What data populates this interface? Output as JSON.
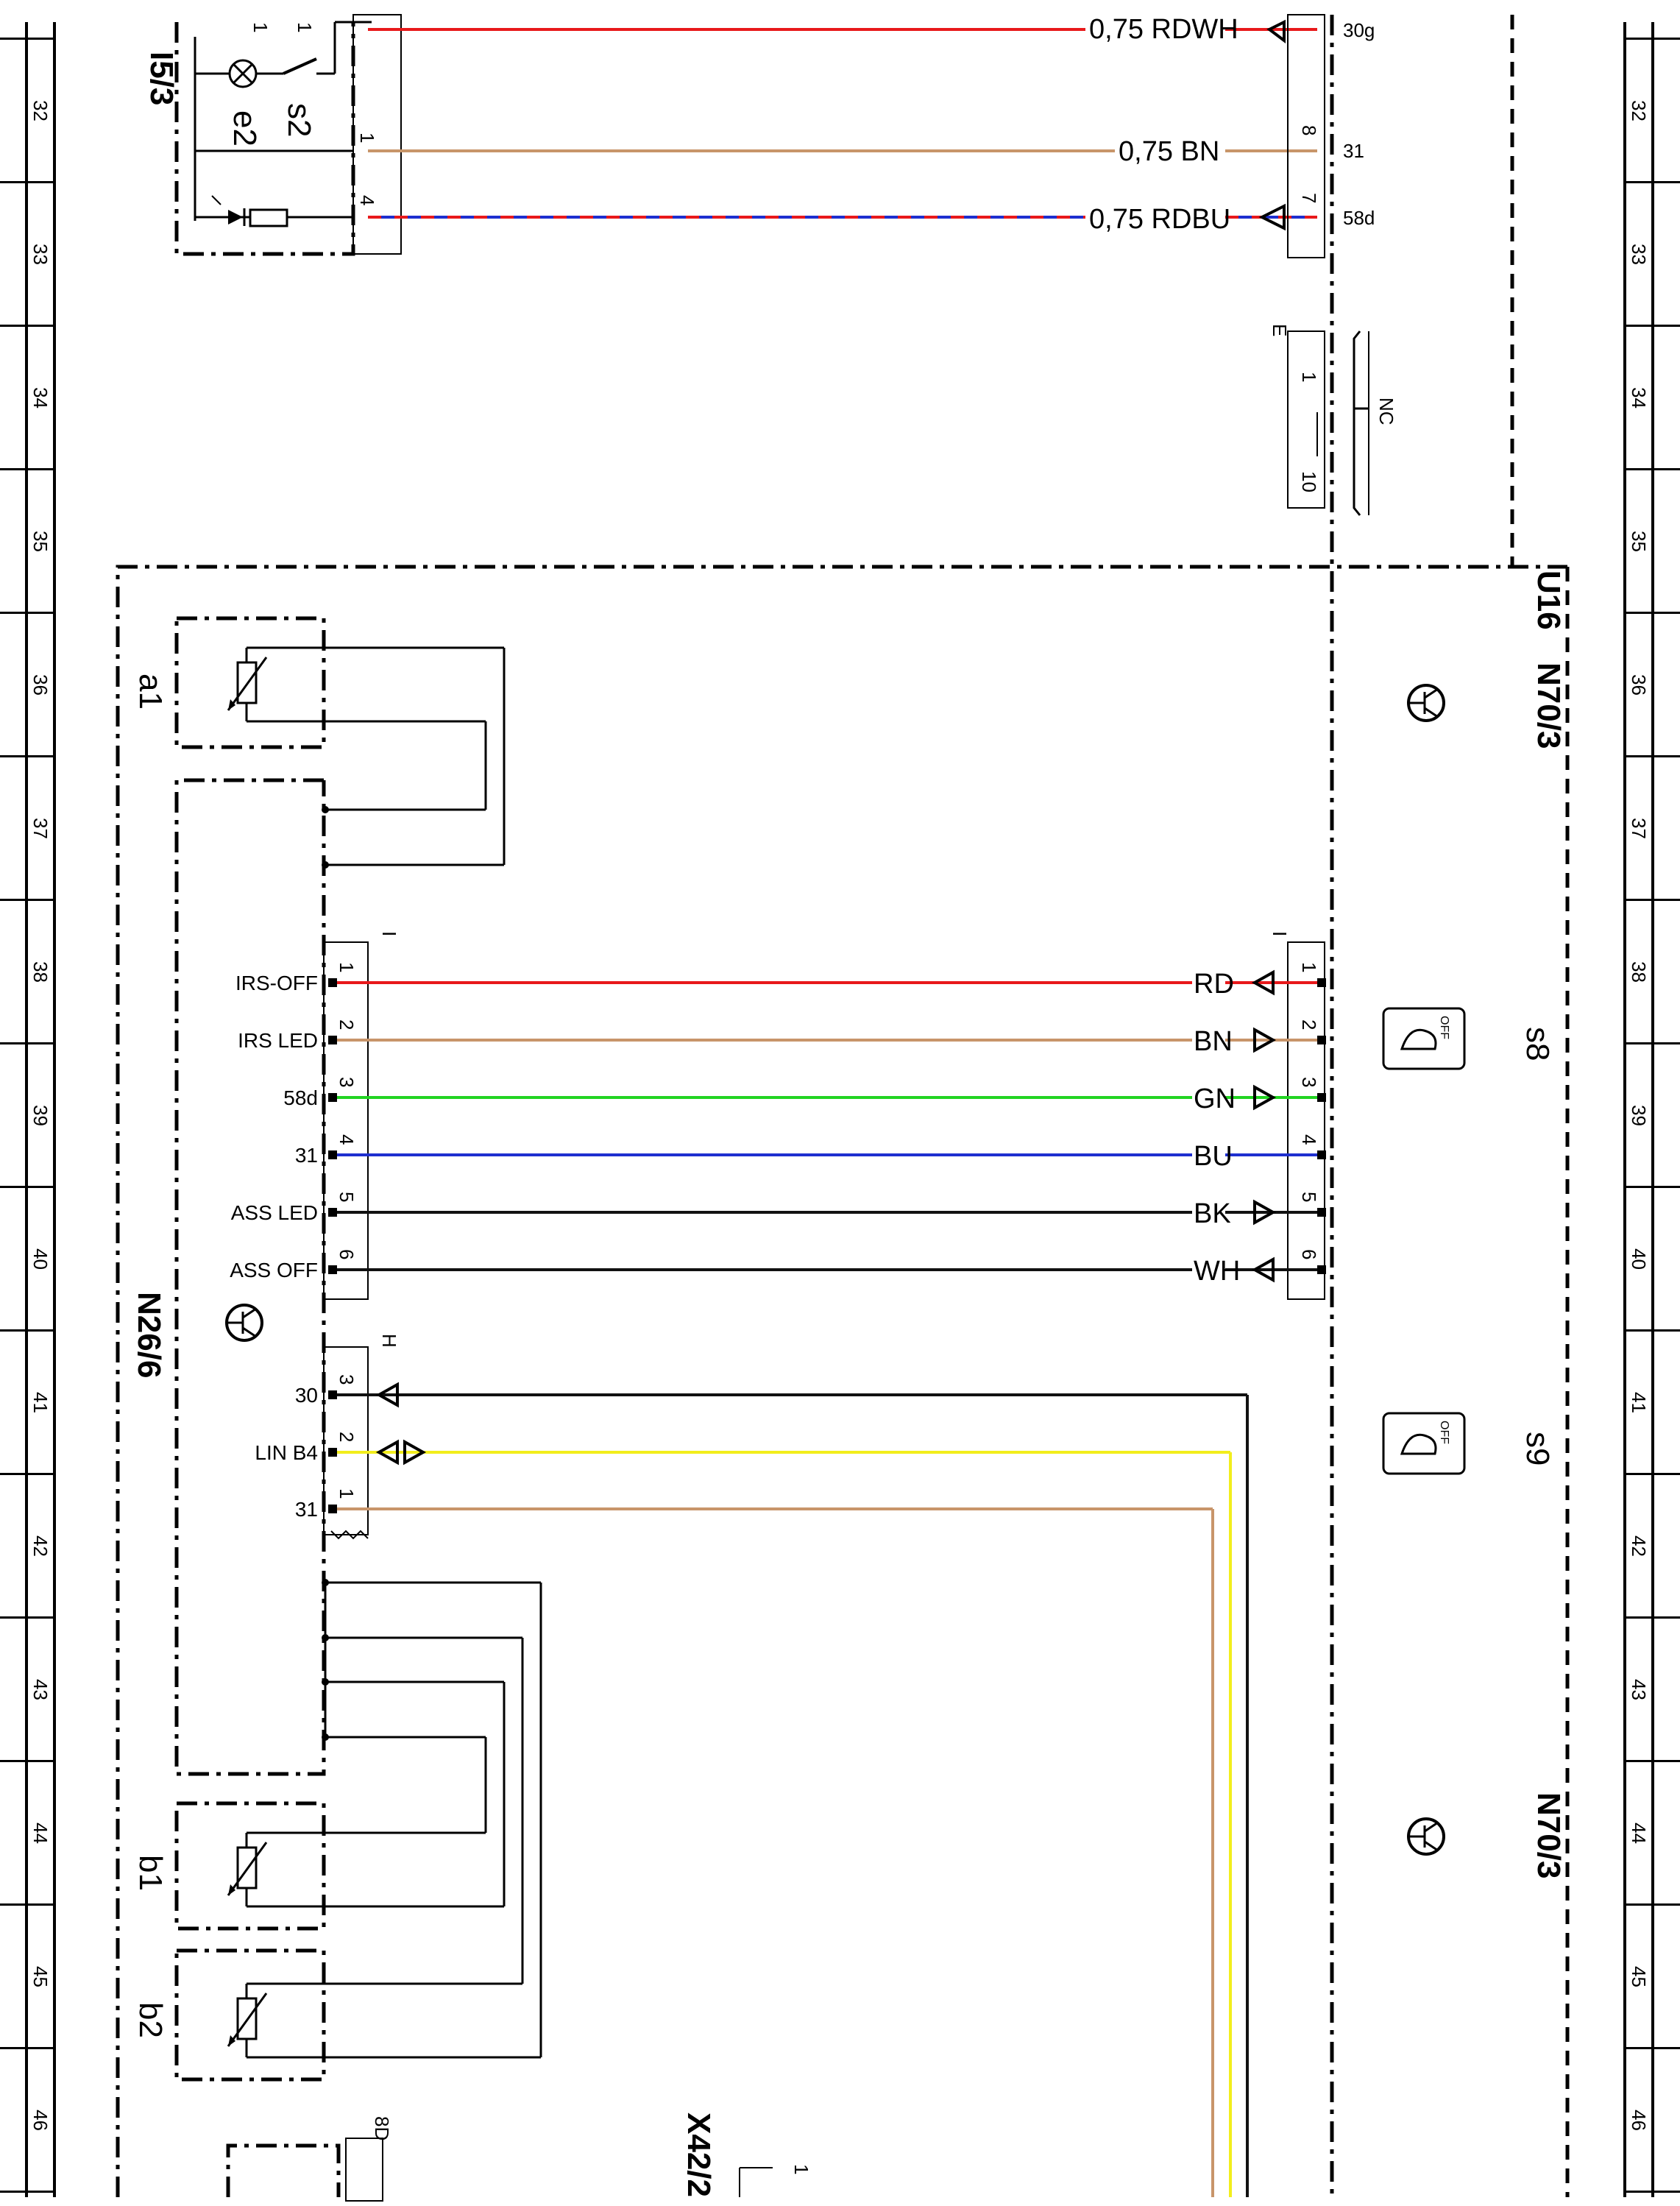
{
  "ruler": {
    "numbers": [
      "32",
      "33",
      "34",
      "35",
      "36",
      "37",
      "38",
      "39",
      "40",
      "41",
      "42",
      "43",
      "44",
      "45",
      "46"
    ]
  },
  "top_section": {
    "component": "I5/3",
    "elements": {
      "lamp": "e2",
      "switch": "s2"
    },
    "left_pins": [
      "1",
      "1",
      "1",
      "4"
    ],
    "wires": [
      {
        "label": "0,75  RDWH",
        "terminal": "30g",
        "pin": ""
      },
      {
        "label": "0,75  BN",
        "terminal": "31",
        "pin": "8"
      },
      {
        "label": "0,75  RDBU",
        "terminal": "58d",
        "pin": "7"
      }
    ],
    "connector_e": {
      "name": "E",
      "pins": [
        "1",
        "10"
      ],
      "nc": "NC"
    }
  },
  "main_section": {
    "module": "N26/6",
    "sensor_a": "a1",
    "sensor_b1": "b1",
    "sensor_b2": "b2",
    "connector_i": "I",
    "signals": [
      {
        "name": "IRS-OFF",
        "pin": "1",
        "color_code": "RD",
        "color": "#e8191b",
        "arrow": "left"
      },
      {
        "name": "IRS LED",
        "pin": "2",
        "color_code": "BN",
        "color": "#c8956a",
        "arrow": "right"
      },
      {
        "name": "58d",
        "pin": "3",
        "color_code": "GN",
        "color": "#22d422",
        "arrow": "right"
      },
      {
        "name": "31",
        "pin": "4",
        "color_code": "BU",
        "color": "#1e2fcf",
        "arrow": "none"
      },
      {
        "name": "ASS LED",
        "pin": "5",
        "color_code": "BK",
        "color": "#111111",
        "arrow": "right"
      },
      {
        "name": "ASS OFF",
        "pin": "6",
        "color_code": "WH",
        "color": "#111111",
        "arrow": "left"
      }
    ],
    "connector_h": "H",
    "h_signals": [
      {
        "name": "30",
        "pin": "3",
        "color": "#111111"
      },
      {
        "name": "LIN B4",
        "pin": "2",
        "color": "#f2ee1c"
      },
      {
        "name": "31",
        "pin": "1",
        "color": "#c8956a"
      }
    ],
    "bottom_labels": {
      "connector": "X42/2",
      "pin_a": "8D",
      "pin_b": "1"
    }
  },
  "right_section": {
    "unit": "U16",
    "module_top": "N70/3",
    "module_bottom": "N70/3",
    "switch_s8": "s8",
    "switch_s9": "s9",
    "off_label": "OFF"
  }
}
